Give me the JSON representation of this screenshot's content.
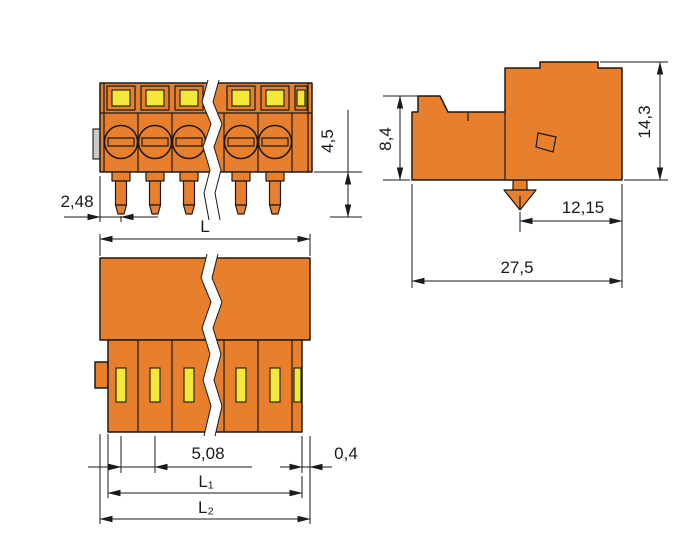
{
  "dims": {
    "front_offset": "2,48",
    "front_pin": "4,5",
    "len_l": "L",
    "pitch": "5,08",
    "wall": "0,4",
    "len_l1": "L₁",
    "len_l2": "L₂",
    "side_h1": "8,4",
    "side_h2": "14,3",
    "side_foot": "12,15",
    "side_depth": "27,5"
  },
  "colors": {
    "body": "#e87f2c",
    "slot": "#f2e838",
    "outline": "#1a1a1a",
    "metal": "#c9c9c9"
  }
}
